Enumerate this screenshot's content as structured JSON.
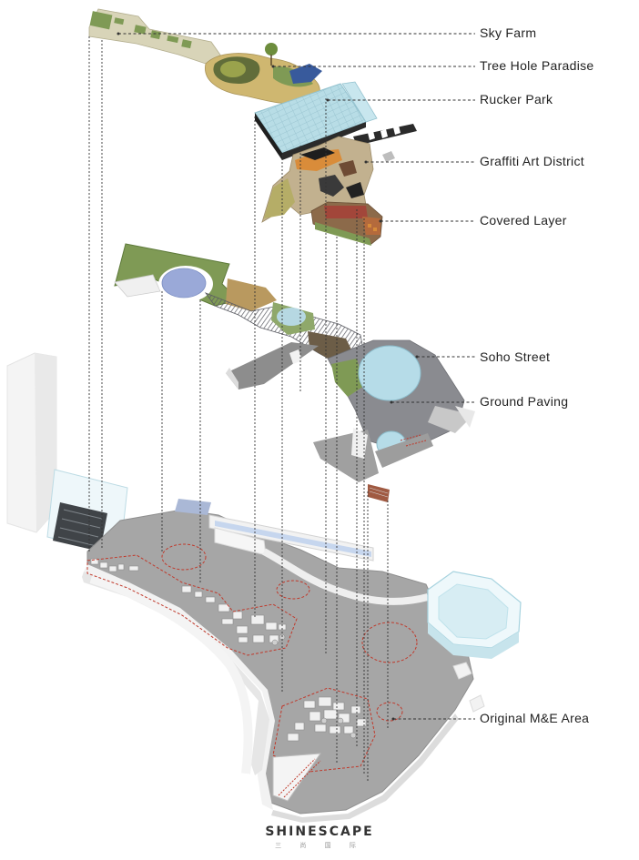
{
  "labels": {
    "sky_farm": "Sky Farm",
    "tree_hole_paradise": "Tree Hole Paradise",
    "rucker_park": "Rucker Park",
    "graffiti_art_district": "Graffiti Art District",
    "covered_layer": "Covered Layer",
    "soho_street": "Soho Street",
    "ground_paving": "Ground Paving",
    "original_me_area": "Original M&E Area"
  },
  "brand": {
    "name": "SHINESCAPE",
    "sub": "三 尚 国 际"
  },
  "colors": {
    "grass": "#7f9a55",
    "sand": "#d8d4b8",
    "water": "#b9dbe6",
    "paving": "#7e7f86",
    "base": "#a8a8a8",
    "glass": "#b8dde6",
    "red_dash": "#c0392b",
    "leader": "#333333"
  }
}
